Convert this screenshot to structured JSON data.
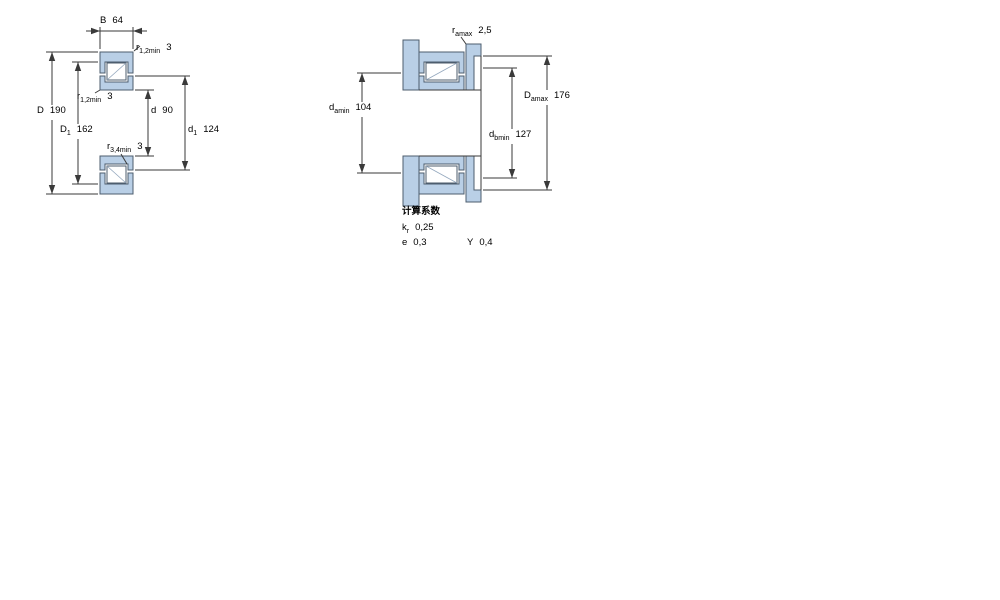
{
  "figure": {
    "colors": {
      "fill": "#b9cfe6",
      "outline": "#4d5d6e",
      "dim_line": "#3a3a3a"
    }
  },
  "left_figure": {
    "dims": {
      "B": {
        "sym": "B",
        "sub": "",
        "val": "64"
      },
      "r12_top": {
        "sym": "r",
        "sub": "1,2min",
        "val": "3"
      },
      "r12_mid": {
        "sym": "r",
        "sub": "1,2min",
        "val": "3"
      },
      "d": {
        "sym": "d",
        "sub": "",
        "val": "90"
      },
      "D": {
        "sym": "D",
        "sub": "",
        "val": "190"
      },
      "D1": {
        "sym": "D",
        "sub": "1",
        "val": "162"
      },
      "r34": {
        "sym": "r",
        "sub": "3,4min",
        "val": "3"
      },
      "d1": {
        "sym": "d",
        "sub": "1",
        "val": "124"
      }
    }
  },
  "right_figure": {
    "dims": {
      "ramax": {
        "sym": "r",
        "sub": "amax",
        "val": "2,5"
      },
      "damin": {
        "sym": "d",
        "sub": "amin",
        "val": "104"
      },
      "Damax": {
        "sym": "D",
        "sub": "amax",
        "val": "176"
      },
      "dbmin": {
        "sym": "d",
        "sub": "bmin",
        "val": "127"
      }
    },
    "calculation_factors": {
      "title": "计算系数",
      "rows": [
        {
          "sym": "k",
          "sub": "r",
          "val": "0,25"
        },
        {
          "sym": "e",
          "sub": "",
          "val": "0,3"
        },
        {
          "sym": "Y",
          "sub": "",
          "val": "0,4"
        }
      ]
    }
  }
}
